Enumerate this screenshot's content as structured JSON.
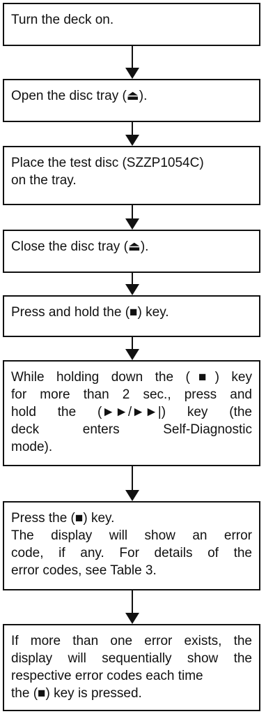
{
  "steps": [
    {
      "lines": [
        "Turn the deck on."
      ]
    },
    {
      "lines": [
        "Open the disc tray (⏏)."
      ]
    },
    {
      "lines": [
        "Place the test disc (SZZP1054C)",
        "on the tray."
      ]
    },
    {
      "lines": [
        "Close the disc tray (⏏)."
      ]
    },
    {
      "lines": [
        "Press and hold the (■) key."
      ]
    },
    {
      "lines": [
        "While holding down the (■) key",
        "for more than 2 sec., press and",
        "hold the (►►/►►|) key (the",
        "deck enters Self-Diagnostic",
        "mode)."
      ]
    },
    {
      "lines": [
        "Press the (■) key.",
        "The display will show an error",
        "code, if any.  For details of the",
        "error codes, see Table 3."
      ]
    },
    {
      "lines": [
        "If more than one error exists, the",
        "display will sequentially show the",
        "respective error codes each time",
        "the (■) key is pressed."
      ]
    }
  ]
}
